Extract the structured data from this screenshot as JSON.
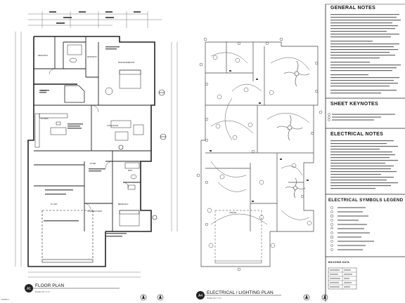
{
  "sheet": {
    "stamp": "DRAWN 2",
    "left_plan": {
      "number": "A1",
      "title": "FLOOR PLAN",
      "scale": "SCALE: 1/8\" = 1'-0\""
    },
    "right_plan": {
      "number": "A4",
      "title": "ELECTRICAL / LIGHTING PLAN",
      "scale": "SCALE: 1/8\" = 1'-0\""
    },
    "rooms": {
      "rear_patio": "REAR PATIO",
      "master_bedroom": "MASTER BEDROOM",
      "master_bath": "MSTR BATH",
      "dining": "DINING",
      "kitchen": "KITCHEN",
      "living_room": "LIVING ROOM",
      "bath": "BATH",
      "bedroom_2": "BEDROOM 2",
      "foyer": "FOYER",
      "rv_bay": "R.V. BAY",
      "covered_porch": "COVERED PORCH",
      "garage": "GARAGE"
    }
  },
  "notes": {
    "general": {
      "title": "GENERAL NOTES"
    },
    "sheet_keynotes": {
      "title": "SHEET KEYNOTES"
    },
    "electrical": {
      "title": "ELECTRICAL NOTES"
    },
    "legend": {
      "title": "ELECTRICAL SYMBOLS LEGEND"
    },
    "building_data": {
      "title": "BUILDING DATA"
    }
  }
}
